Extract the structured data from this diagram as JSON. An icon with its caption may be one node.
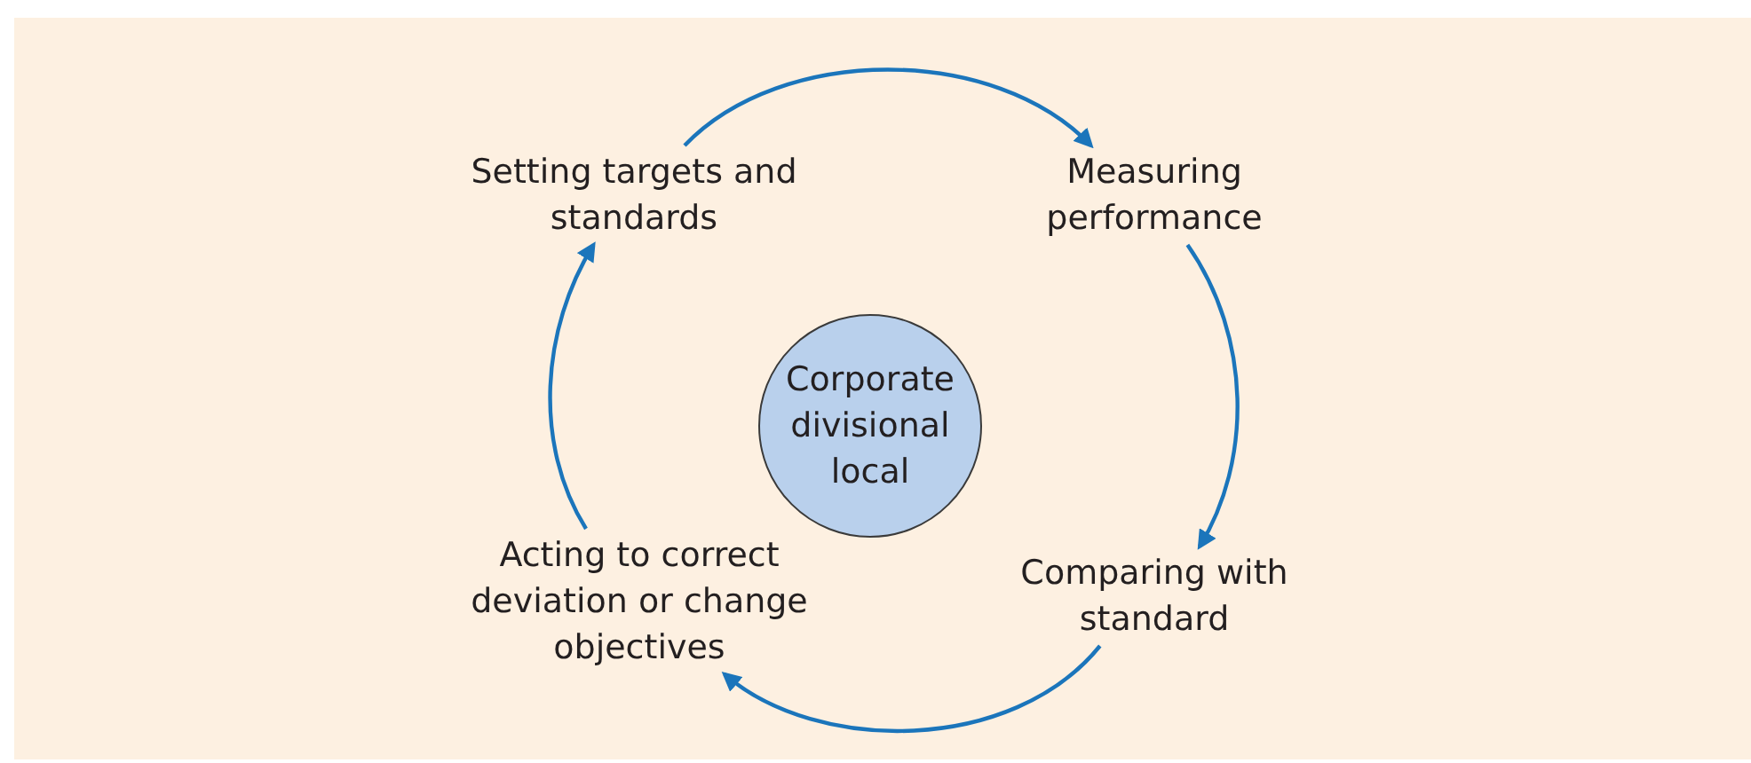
{
  "diagram": {
    "nodes": [
      {
        "text": [
          "Setting targets and standards"
        ]
      },
      {
        "text": [
          "Measuring performance"
        ]
      },
      {
        "text": [
          "Comparing with standard"
        ]
      },
      {
        "text": [
          "Acting to correct deviation or change objectives"
        ]
      },
      {
        "text": [
          "Corporate divisional local"
        ]
      }
    ],
    "edges": [
      {
        "from": 0,
        "to": 1,
        "arrow": "to"
      },
      {
        "from": 1,
        "to": 2,
        "arrow": "to"
      },
      {
        "from": 2,
        "to": 3,
        "arrow": "to"
      },
      {
        "from": 3,
        "to": 0,
        "arrow": "to"
      }
    ]
  }
}
